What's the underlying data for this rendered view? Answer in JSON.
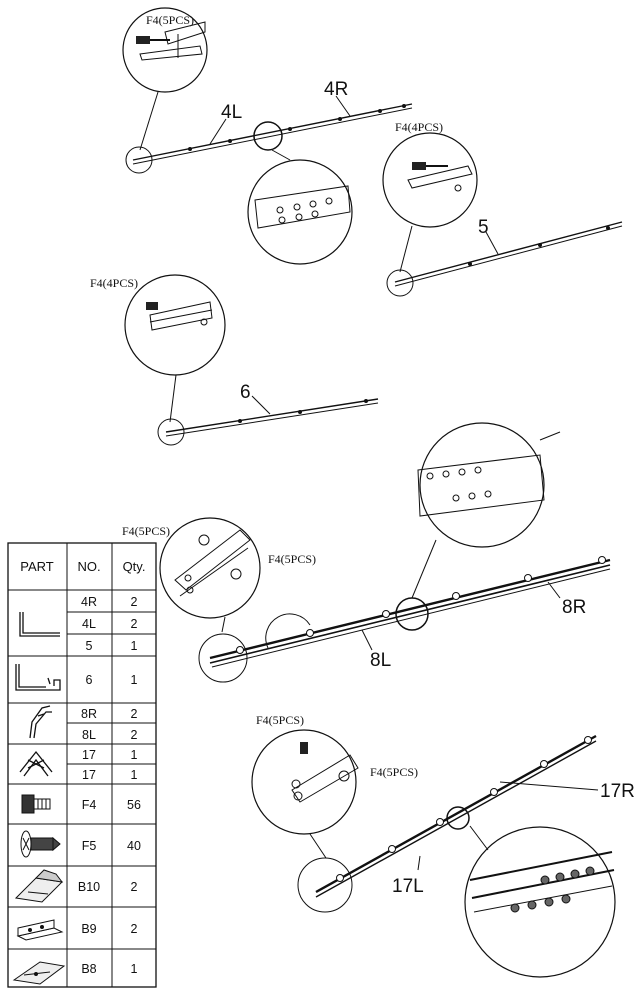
{
  "diagrams": {
    "d1": {
      "label_4r": "4R",
      "label_4l": "4L",
      "callout": "F4(5PCS)"
    },
    "d2": {
      "label_5": "5",
      "callout": "F4(4PCS)"
    },
    "d3": {
      "label_6": "6",
      "callout": "F4(4PCS)"
    },
    "d4": {
      "label_8r": "8R",
      "label_8l": "8L",
      "callout_a": "F4(5PCS)",
      "callout_b": "F4(5PCS)"
    },
    "d5": {
      "label_17r": "17R",
      "label_17l": "17L",
      "callout_a": "F4(5PCS)",
      "callout_b": "F4(5PCS)"
    }
  },
  "parts_table": {
    "headers": [
      "PART",
      "NO.",
      "Qty."
    ],
    "rows": [
      {
        "part_icon": "angle-rail-icon",
        "no": "4R",
        "qty": "2"
      },
      {
        "part_icon": "angle-rail-icon",
        "no": "4L",
        "qty": "2"
      },
      {
        "part_icon": "angle-rail-icon",
        "no": "5",
        "qty": "1"
      },
      {
        "part_icon": "channel-rail-icon",
        "no": "6",
        "qty": "1"
      },
      {
        "part_icon": "hip-rail-icon",
        "no": "8R",
        "qty": "2"
      },
      {
        "part_icon": "hip-rail-icon",
        "no": "8L",
        "qty": "2"
      },
      {
        "part_icon": "ridge-connector-icon",
        "no": "17",
        "qty": "1"
      },
      {
        "part_icon": "ridge-connector-icon",
        "no": "17",
        "qty": "1"
      },
      {
        "part_icon": "bolt-icon",
        "no": "F4",
        "qty": "56"
      },
      {
        "part_icon": "screw-icon",
        "no": "F5",
        "qty": "40"
      },
      {
        "part_icon": "bracket-b10-icon",
        "no": "B10",
        "qty": "2"
      },
      {
        "part_icon": "bracket-b9-icon",
        "no": "B9",
        "qty": "2"
      },
      {
        "part_icon": "bracket-b8-icon",
        "no": "B8",
        "qty": "1"
      }
    ]
  }
}
